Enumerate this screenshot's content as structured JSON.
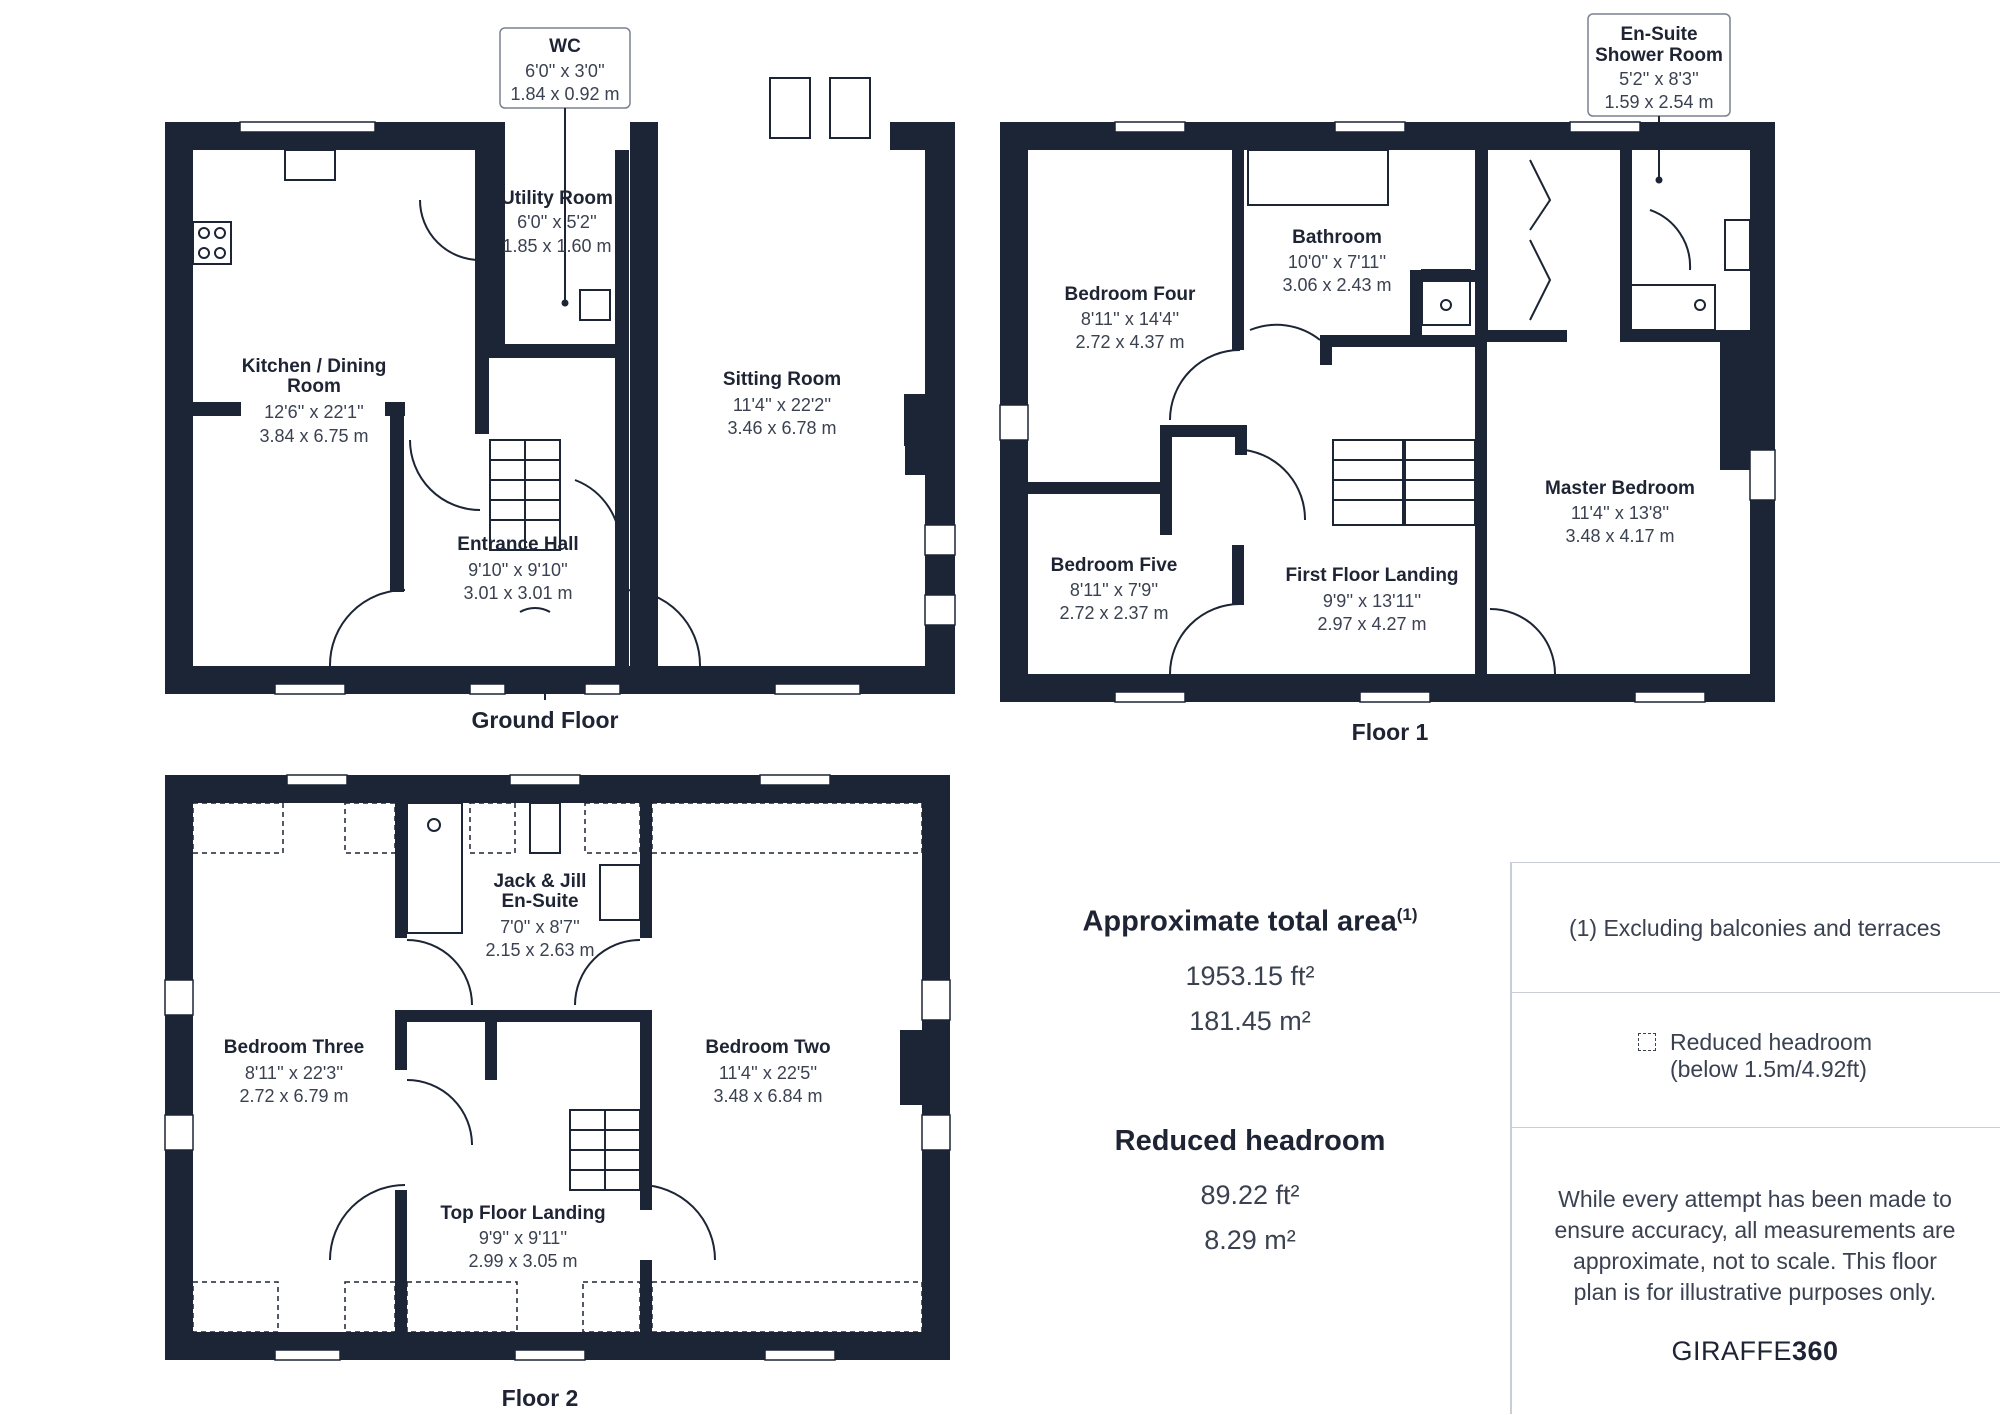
{
  "floors": {
    "ground": "Ground Floor",
    "first": "Floor 1",
    "second": "Floor 2"
  },
  "rooms": {
    "wc": {
      "name": "WC",
      "imperial": "6'0'' x 3'0''",
      "metric": "1.84 x 0.92 m"
    },
    "utility": {
      "name": "Utility Room",
      "imperial": "6'0'' x 5'2''",
      "metric": "1.85 x 1.60 m"
    },
    "kitchen": {
      "name1": "Kitchen / Dining",
      "name2": "Room",
      "imperial": "12'6'' x 22'1''",
      "metric": "3.84 x 6.75 m"
    },
    "sitting": {
      "name": "Sitting Room",
      "imperial": "11'4'' x 22'2''",
      "metric": "3.46 x 6.78 m"
    },
    "entrance": {
      "name": "Entrance Hall",
      "imperial": "9'10'' x 9'10''",
      "metric": "3.01 x 3.01 m"
    },
    "ensuite_shower": {
      "name1": "En-Suite",
      "name2": "Shower Room",
      "imperial": "5'2'' x 8'3''",
      "metric": "1.59 x 2.54 m"
    },
    "bathroom": {
      "name": "Bathroom",
      "imperial": "10'0'' x 7'11''",
      "metric": "3.06 x 2.43 m"
    },
    "bedroom4": {
      "name": "Bedroom Four",
      "imperial": "8'11'' x 14'4''",
      "metric": "2.72 x 4.37 m"
    },
    "bedroom5": {
      "name": "Bedroom Five",
      "imperial": "8'11'' x 7'9''",
      "metric": "2.72 x 2.37 m"
    },
    "landing1": {
      "name": "First Floor Landing",
      "imperial": "9'9'' x 13'11''",
      "metric": "2.97 x 4.27 m"
    },
    "master": {
      "name": "Master Bedroom",
      "imperial": "11'4'' x 13'8''",
      "metric": "3.48 x 4.17 m"
    },
    "jackjill": {
      "name1": "Jack & Jill",
      "name2": "En-Suite",
      "imperial": "7'0'' x 8'7''",
      "metric": "2.15 x 2.63 m"
    },
    "bedroom3": {
      "name": "Bedroom Three",
      "imperial": "8'11'' x 22'3''",
      "metric": "2.72 x 6.79 m"
    },
    "bedroom2": {
      "name": "Bedroom Two",
      "imperial": "11'4'' x 22'5''",
      "metric": "3.48 x 6.84 m"
    },
    "landing2": {
      "name": "Top Floor Landing",
      "imperial": "9'9'' x 9'11''",
      "metric": "2.99 x 3.05 m"
    }
  },
  "summary": {
    "total_title": "Approximate total area",
    "total_sup": "(1)",
    "total_ft": "1953.15 ft²",
    "total_m": "181.45 m²",
    "reduced_title": "Reduced headroom",
    "reduced_ft": "89.22 ft²",
    "reduced_m": "8.29 m²"
  },
  "notes": {
    "exclusion": "(1) Excluding balconies and terraces",
    "legend_line1": "Reduced headroom",
    "legend_line2": "(below 1.5m/4.92ft)",
    "disclaimer": [
      "While every attempt has been made to",
      "ensure accuracy, all measurements are",
      "approximate, not to scale. This floor",
      "plan is for illustrative purposes only."
    ],
    "logo_light": "GIRAFFE",
    "logo_bold": "360"
  },
  "colors": {
    "wall": "#1c2535",
    "text": "#1e2433",
    "divider": "#c9ced6"
  }
}
